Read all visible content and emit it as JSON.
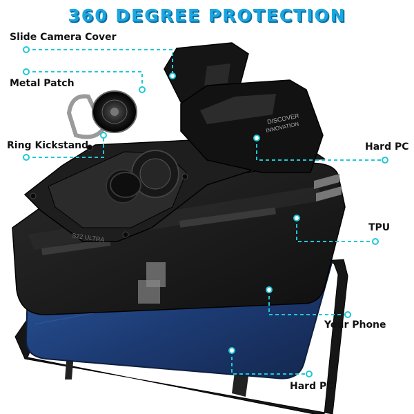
{
  "title": "360 DEGREE PROTECTION",
  "labels": {
    "slide_camera_cover": "Slide Camera Cover",
    "metal_patch": "Metal Patch",
    "ring_kickstand": "Ring Kickstand",
    "hard_pc_top": "Hard PC",
    "tpu": "TPU",
    "your_phone": "Your Phone",
    "hard_pc_bottom": "Hard PC"
  },
  "case_text": {
    "discover": "DISCOVER",
    "innovation": "INNOVATION",
    "model": "S22 ULTRA"
  },
  "colors": {
    "accent": "#1fc8d8",
    "title": "#1aa6e0",
    "case": "#1b1b1b",
    "phone": "#1f3d73"
  }
}
